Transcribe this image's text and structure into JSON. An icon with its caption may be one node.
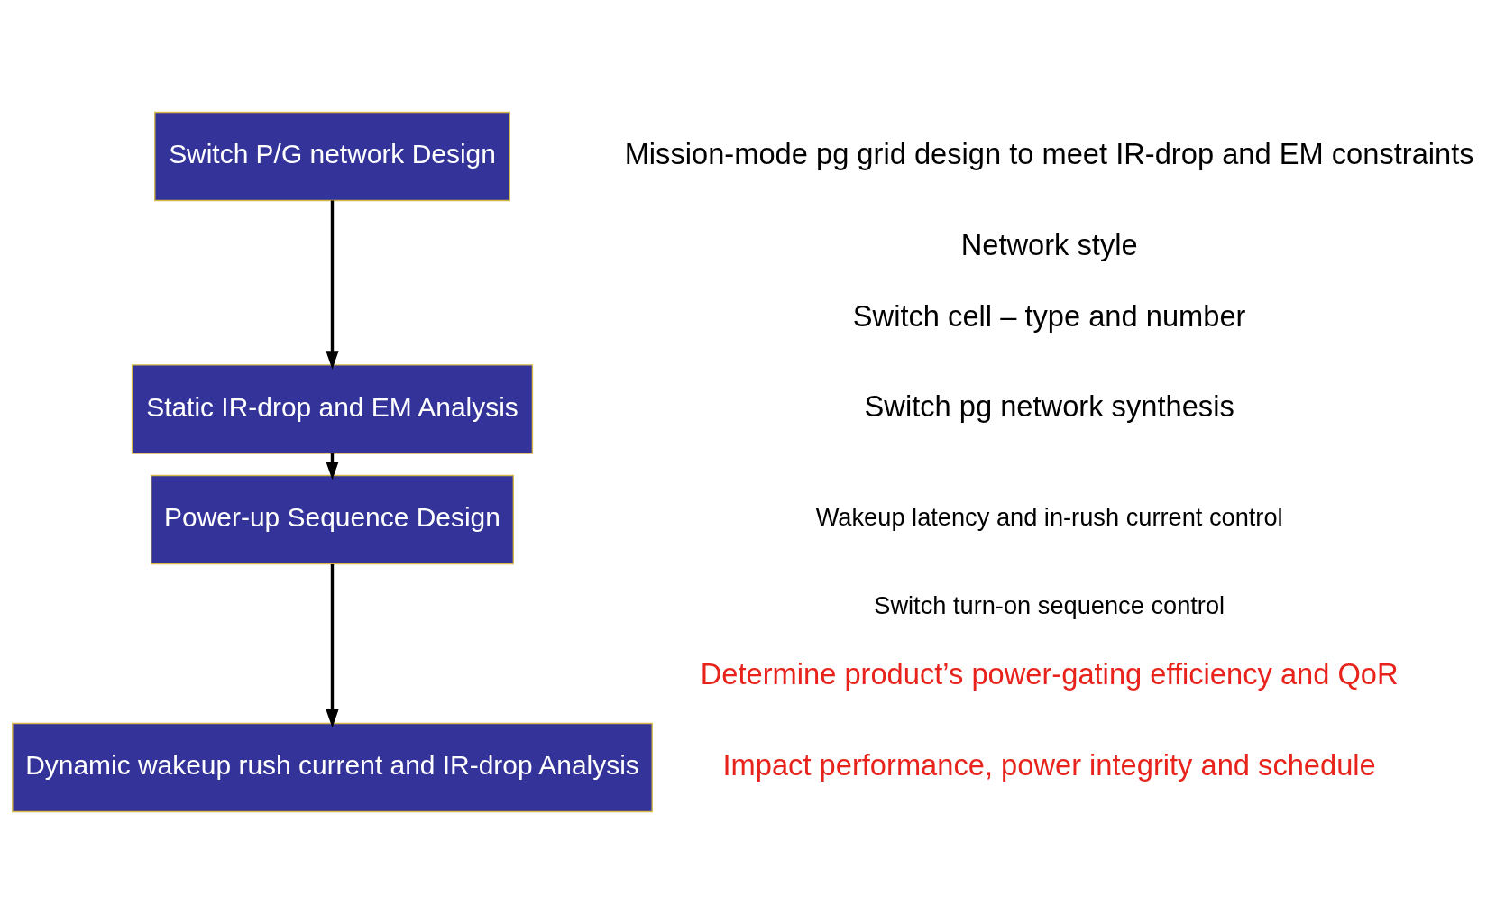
{
  "diagram": {
    "nodes": [
      {
        "text": [
          "Switch P/G network Design"
        ]
      },
      {
        "text": [
          "Static IR-drop and EM Analysis"
        ]
      },
      {
        "text": [
          "Power-up Sequence Design"
        ]
      },
      {
        "text": [
          "Dynamic wakeup rush current and IR-drop Analysis"
        ]
      }
    ],
    "edges": [
      {
        "from": 0,
        "to": 1,
        "arrow": "to"
      },
      {
        "from": 1,
        "to": 2,
        "arrow": "to"
      },
      {
        "from": 2,
        "to": 3,
        "arrow": "to"
      }
    ],
    "labels": [
      "Mission-mode pg grid design to meet IR-drop and EM constraints",
      "Network style",
      "Switch cell – type and number",
      "Switch pg network synthesis",
      "Wakeup latency and in-rush current control",
      "Switch turn-on sequence control",
      "Determine product’s power-gating efficiency and QoR",
      "Impact performance, power integrity and schedule"
    ]
  }
}
